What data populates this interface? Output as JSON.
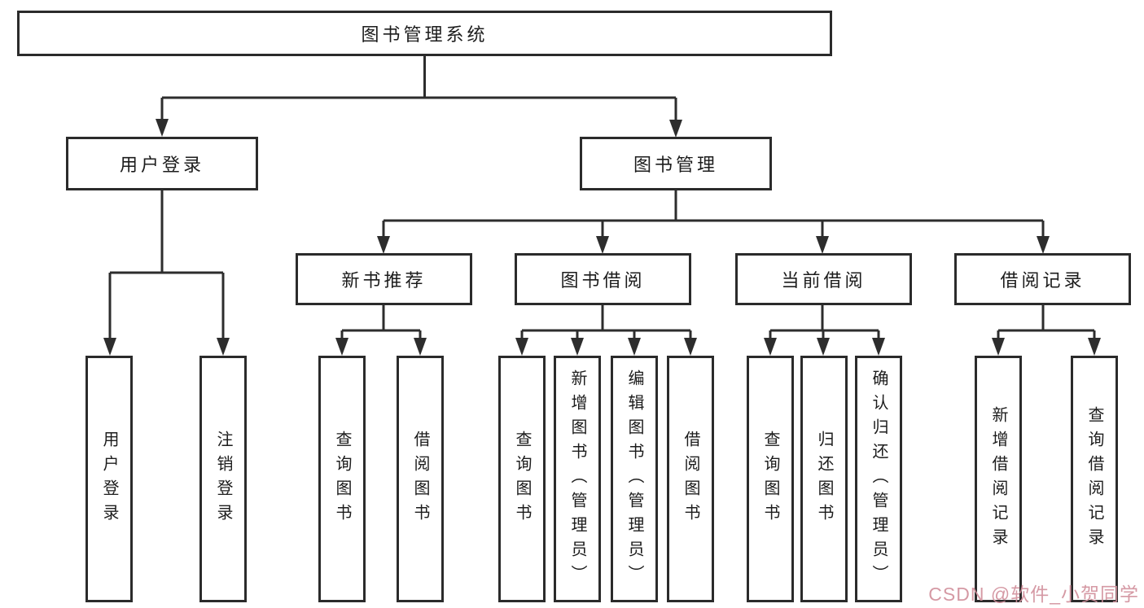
{
  "nodes": {
    "root": "图书管理系统",
    "level2": {
      "user_login": "用户登录",
      "book_mgmt": "图书管理"
    },
    "level3": {
      "new_book": "新书推荐",
      "book_borrow": "图书借阅",
      "current_borrow": "当前借阅",
      "borrow_records": "借阅记录"
    },
    "leaves": {
      "user_login": [
        "用户登录",
        "注销登录"
      ],
      "new_book": [
        "查询图书",
        "借阅图书"
      ],
      "book_borrow": [
        "查询图书",
        "新增图书（管理员）",
        "编辑图书（管理员）",
        "借阅图书"
      ],
      "current_borrow": [
        "查询图书",
        "归还图书",
        "确认归还（管理员）"
      ],
      "borrow_records": [
        "新增借阅记录",
        "查询借阅记录"
      ]
    }
  },
  "watermark": "CSDN @软件_小贺同学",
  "colors": {
    "line": "#2d2d2d",
    "box_border": "#2b2b2b",
    "background": "#ffffff",
    "text": "#1a1a1a",
    "watermark": "#d18f9b"
  }
}
